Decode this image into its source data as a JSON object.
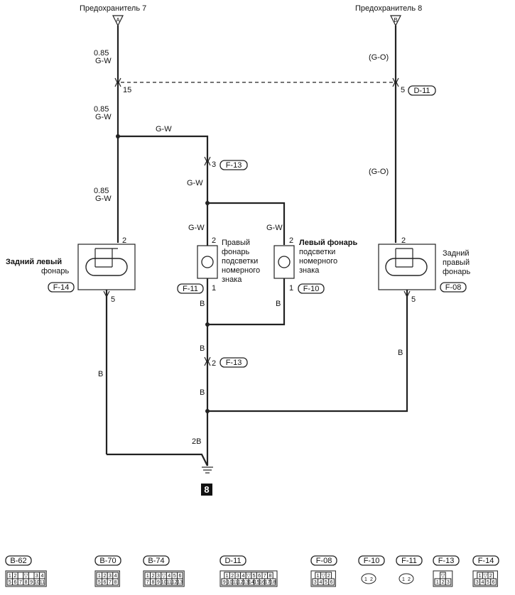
{
  "fuses": {
    "fuse7": {
      "label": "Предохранитель 7",
      "pin": "A"
    },
    "fuse8": {
      "label": "Предохранитель 8",
      "pin": "B"
    }
  },
  "wires": {
    "left_top": {
      "gauge": "0.85",
      "color": "G-W"
    },
    "left_mid": {
      "gauge": "0.85",
      "color": "G-W"
    },
    "left_low": {
      "gauge": "0.85",
      "color": "G-W"
    },
    "cross": "G-W",
    "center_down": "G-W",
    "right_plate_feed": "G-W",
    "center_plate_feed": "G-W",
    "right_top": "(G-O)",
    "right_mid": "(G-O)",
    "b1": "B",
    "b2": "B",
    "b3": "B",
    "b4": "B",
    "b_left": "B",
    "b_right": "B",
    "ground_wire": "2B"
  },
  "pins": {
    "d11_left": "15",
    "d11_right": "5",
    "f13_top": "3",
    "left_lamp_in": "2",
    "left_lamp_out": "5",
    "plate_r_in": "2",
    "plate_r_out": "1",
    "plate_l_in": "2",
    "plate_l_out": "1",
    "right_lamp_in": "2",
    "right_lamp_out": "5",
    "f13_bottom": "2"
  },
  "components": {
    "rear_left": {
      "name_line1": "Задний левый",
      "name_line2": "фонарь",
      "connector": "F-14"
    },
    "plate_right": {
      "line1": "Правый",
      "line2": "фонарь",
      "line3": "подсветки",
      "line4": "номерного",
      "line5": "знака",
      "connector": "F-11"
    },
    "plate_left": {
      "line1": "Левый фонарь",
      "line2": "подсветки",
      "line3": "номерного",
      "line4": "знака",
      "connector": "F-10"
    },
    "rear_right": {
      "line1": "Задний",
      "line2": "правый",
      "line3": "фонарь",
      "connector": "F-08"
    }
  },
  "connectors": {
    "d11": "D-11",
    "f13_top": "F-13",
    "f13_bottom": "F-13"
  },
  "ground": {
    "number": "8"
  },
  "connector_views": [
    {
      "label": "B-62",
      "cells_top": [
        "1",
        "2",
        "",
        "▽",
        "",
        "3",
        "4"
      ],
      "cells_bottom": [
        "5",
        "6",
        "7",
        "8",
        "9",
        "10",
        "11"
      ]
    },
    {
      "label": "B-70",
      "cells_top": [
        "1",
        "2",
        "3",
        "4"
      ],
      "cells_bottom": [
        "5",
        "6",
        "7",
        "8"
      ]
    },
    {
      "label": "B-74",
      "cells_top": [
        "1",
        "2",
        "3",
        "▽",
        "4",
        "5",
        "6"
      ],
      "cells_bottom": [
        "7",
        "8",
        "9",
        "10",
        "11",
        "12",
        "13"
      ]
    },
    {
      "label": "D-11",
      "cells_top": [
        "1",
        "2",
        "3",
        "4",
        "▽",
        "5",
        "6",
        "7",
        "8"
      ],
      "cells_bottom": [
        "9",
        "10",
        "11",
        "12",
        "13",
        "14",
        "15",
        "16",
        "17",
        "18"
      ]
    },
    {
      "label": "F-08",
      "cells_top": [
        "1",
        "▽",
        "2"
      ],
      "cells_bottom": [
        "3",
        "4",
        "5",
        "6"
      ]
    },
    {
      "label": "F-10",
      "cells_top": [
        "1",
        "2"
      ],
      "cells_bottom": []
    },
    {
      "label": "F-11",
      "cells_top": [
        "1",
        "2"
      ],
      "cells_bottom": []
    },
    {
      "label": "F-13",
      "cells_top": [
        "▽"
      ],
      "cells_bottom": [
        "1",
        "2",
        "3"
      ]
    },
    {
      "label": "F-14",
      "cells_top": [
        "1",
        "▽",
        "2"
      ],
      "cells_bottom": [
        "3",
        "4",
        "5",
        "6"
      ]
    }
  ]
}
